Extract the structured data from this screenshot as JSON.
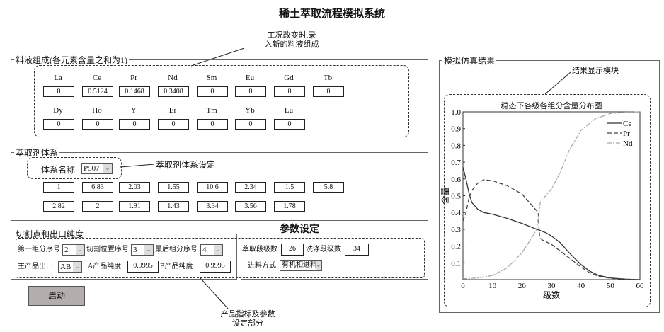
{
  "title": "稀土萃取流程模拟系统",
  "feed": {
    "label": "料液组成(各元素含量之和为1)",
    "annotation1": "工况改变时,录",
    "annotation2": "入新的料液组成",
    "elements": [
      {
        "name": "La",
        "value": "0"
      },
      {
        "name": "Ce",
        "value": "0.5124"
      },
      {
        "name": "Pr",
        "value": "0.1468"
      },
      {
        "name": "Nd",
        "value": "0.3408"
      },
      {
        "name": "Sm",
        "value": "0"
      },
      {
        "name": "Eu",
        "value": "0"
      },
      {
        "name": "Gd",
        "value": "0"
      },
      {
        "name": "Tb",
        "value": "0"
      },
      {
        "name": "Dy",
        "value": "0"
      },
      {
        "name": "Ho",
        "value": "0"
      },
      {
        "name": "Y",
        "value": "0"
      },
      {
        "name": "Er",
        "value": "0"
      },
      {
        "name": "Tm",
        "value": "0"
      },
      {
        "name": "Yb",
        "value": "0"
      },
      {
        "name": "Lu",
        "value": "0"
      }
    ]
  },
  "extractant": {
    "label": "萃取剂体系",
    "system_label": "体系名称",
    "system_value": "P507",
    "annotation": "萃取剂体系设定",
    "values": [
      "1",
      "6.83",
      "2.03",
      "1.55",
      "10.6",
      "2.34",
      "1.5",
      "5.8",
      "2.82",
      "2",
      "1.91",
      "1.43",
      "3.34",
      "3.56",
      "1.78"
    ]
  },
  "cut": {
    "label": "切割点和出口纯度",
    "first_label": "第一组分序号",
    "first_value": "2",
    "cut_label": "切割位置序号",
    "cut_value": "3",
    "last_label": "最后组分序号",
    "last_value": "4",
    "outlet_label": "主产品出口",
    "outlet_value": "AB",
    "a_label": "A产品纯度",
    "a_value": "0.9995",
    "b_label": "B产品纯度",
    "b_value": "0.9995"
  },
  "params": {
    "header": "参数设定",
    "extract_label": "萃取段级数",
    "extract_value": "26",
    "wash_label": "洗涤段级数",
    "wash_value": "34",
    "feed_label": "进料方式",
    "feed_value": "有机相进料"
  },
  "start_label": "启动",
  "annotation_bottom1": "产品指标及参数",
  "annotation_bottom2": "设定部分",
  "results": {
    "label": "模拟仿真结果",
    "annotation": "结果显示模块"
  },
  "chart_data": {
    "type": "line",
    "title": "稳态下各级各组分含量分布图",
    "xlabel": "级数",
    "ylabel": "含量",
    "xlim": [
      0,
      60
    ],
    "ylim": [
      0,
      1
    ],
    "xticks": [
      "0",
      "10",
      "20",
      "30",
      "40",
      "50",
      "60"
    ],
    "yticks": [
      "0.1",
      "0.2",
      "0.3",
      "0.4",
      "0.5",
      "0.6",
      "0.7",
      "0.8",
      "0.9",
      "1.0"
    ],
    "legend": "top-right",
    "series": [
      {
        "name": "Ce",
        "style": "solid",
        "color": "#333333",
        "x": [
          0,
          1,
          2,
          3,
          5,
          7,
          10,
          15,
          20,
          25,
          28,
          30,
          33,
          36,
          40,
          43,
          46,
          50,
          55,
          60
        ],
        "y": [
          0.67,
          0.6,
          0.52,
          0.46,
          0.42,
          0.4,
          0.39,
          0.365,
          0.335,
          0.3,
          0.28,
          0.26,
          0.22,
          0.16,
          0.09,
          0.05,
          0.025,
          0.01,
          0.003,
          0
        ]
      },
      {
        "name": "Pr",
        "style": "dashed",
        "color": "#444444",
        "x": [
          0,
          1,
          2,
          3,
          5,
          7,
          10,
          15,
          20,
          24,
          25.5,
          26,
          27,
          30,
          33,
          36,
          40,
          43,
          46,
          50,
          55,
          60
        ],
        "y": [
          0.35,
          0.4,
          0.48,
          0.53,
          0.575,
          0.595,
          0.59,
          0.56,
          0.51,
          0.43,
          0.4,
          0.25,
          0.235,
          0.21,
          0.17,
          0.13,
          0.075,
          0.04,
          0.02,
          0.008,
          0.002,
          0
        ]
      },
      {
        "name": "Nd",
        "style": "dashdot",
        "color": "#aaaaaa",
        "x": [
          0,
          5,
          10,
          15,
          20,
          23,
          25,
          25.8,
          26.2,
          28,
          30,
          33,
          36,
          40,
          45,
          50,
          55,
          60
        ],
        "y": [
          0.005,
          0.01,
          0.025,
          0.07,
          0.16,
          0.24,
          0.3,
          0.4,
          0.46,
          0.5,
          0.54,
          0.64,
          0.77,
          0.89,
          0.96,
          0.99,
          0.997,
          1.0
        ]
      }
    ]
  }
}
